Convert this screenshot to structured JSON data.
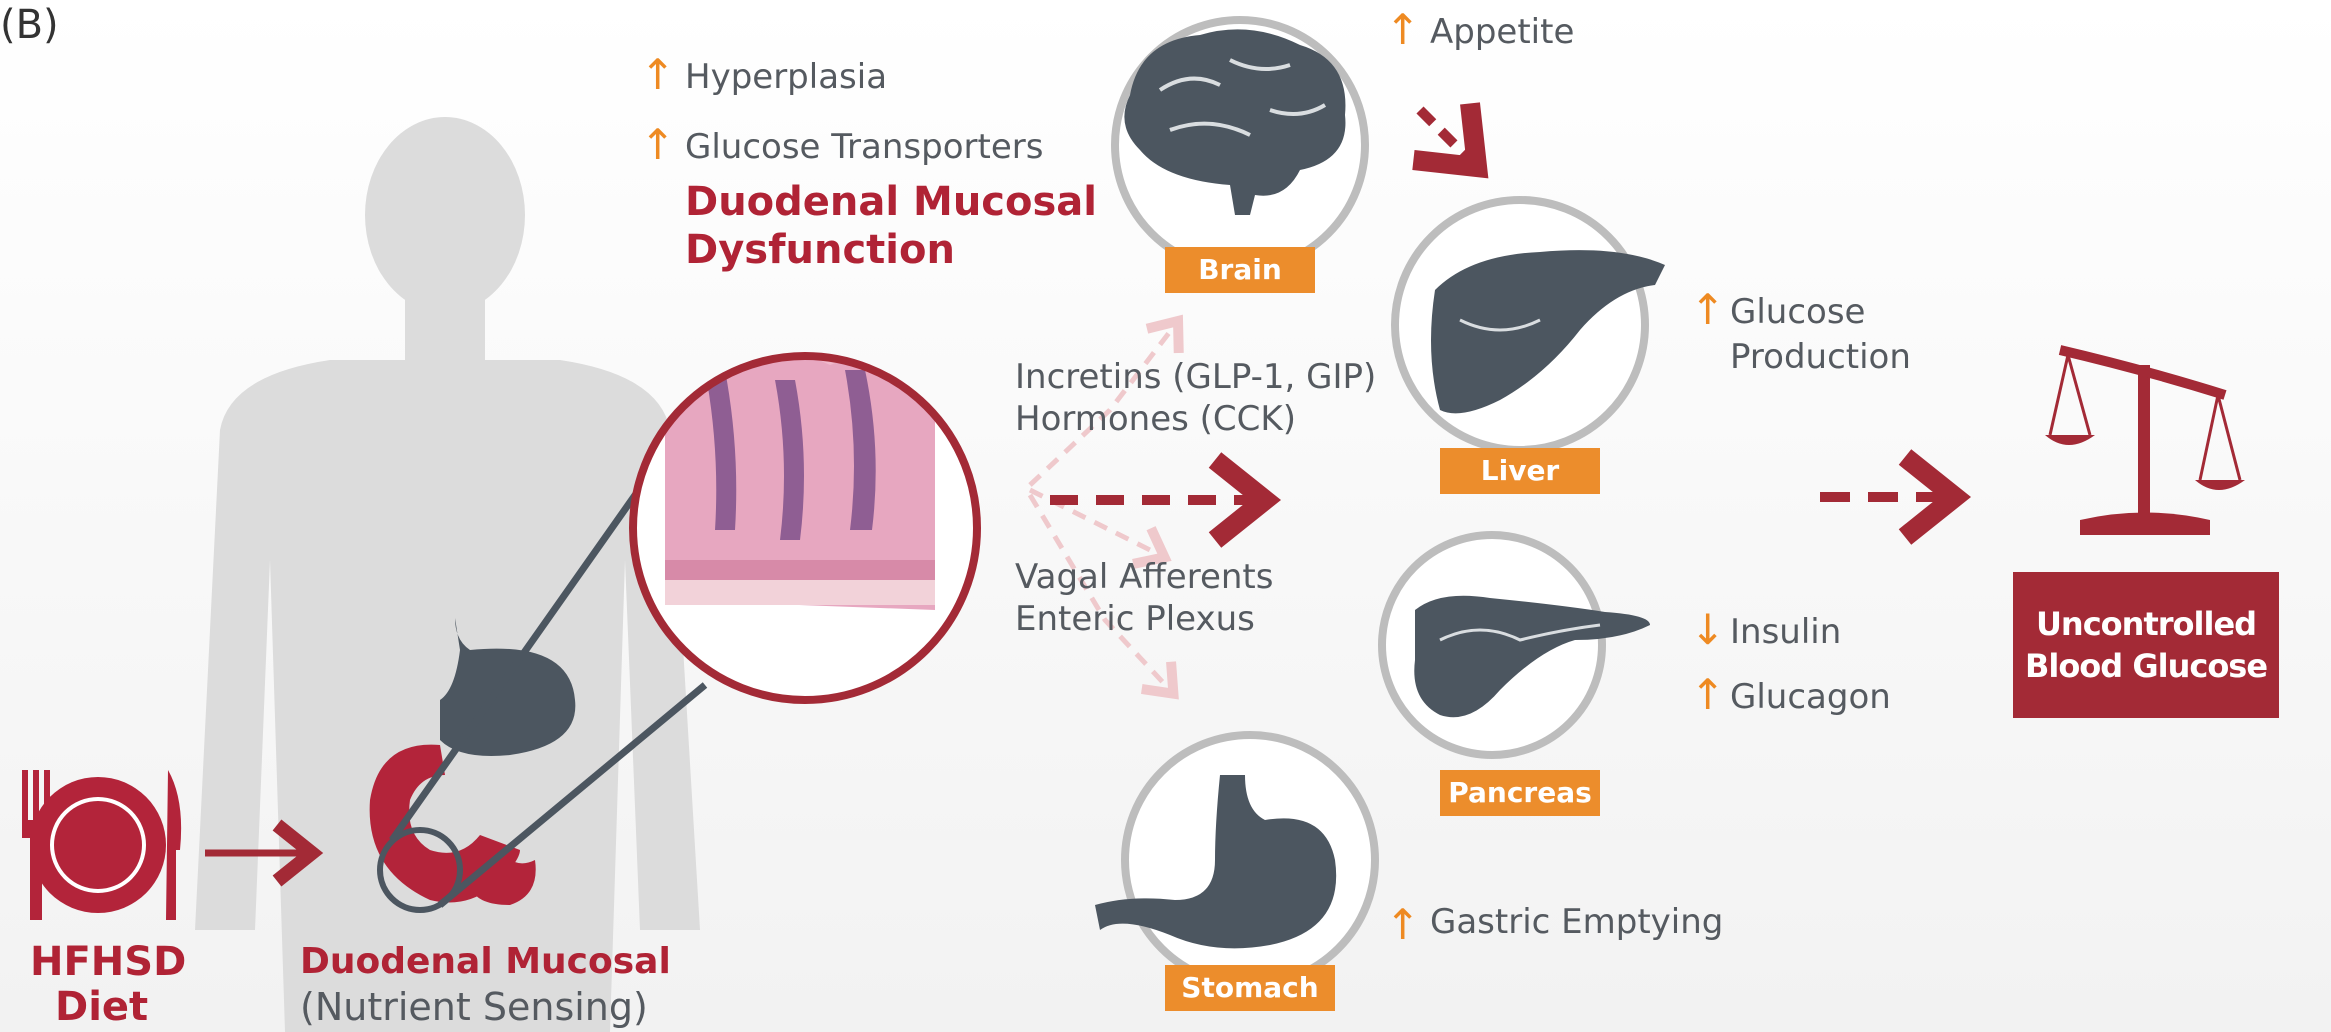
{
  "panel_label": "(B)",
  "diet": {
    "line1": "HFHSD",
    "line2": "Diet"
  },
  "duodenal": {
    "title": "Duodenal Mucosal",
    "subtitle": "(Nutrient Sensing)"
  },
  "dysfunction": {
    "effects": [
      "Hyperplasia",
      "Glucose Transporters"
    ],
    "title_line1": "Duodenal Mucosal",
    "title_line2": "Dysfunction"
  },
  "signals": {
    "humoral": [
      "Incretins (GLP-1, GIP)",
      "Hormones (CCK)"
    ],
    "neural": [
      "Vagal Afferents",
      "Enteric Plexus"
    ]
  },
  "organs": {
    "brain": {
      "label": "Brain",
      "effect": "Appetite"
    },
    "liver": {
      "label": "Liver",
      "effect_line1": "Glucose",
      "effect_line2": "Production"
    },
    "pancreas": {
      "label": "Pancreas",
      "effect1": "Insulin",
      "effect2": "Glucagon"
    },
    "stomach": {
      "label": "Stomach",
      "effect": "Gastric Emptying"
    }
  },
  "arrows": {
    "up": "↑",
    "down": "↓"
  },
  "outcome": {
    "line1": "Uncontrolled",
    "line2": "Blood Glucose"
  },
  "colors": {
    "red": "#b02335",
    "orange": "#ec8d2c",
    "slate": "#4c5660",
    "silhouette": "#d8d8d8",
    "ring": "#bdbdbd"
  }
}
